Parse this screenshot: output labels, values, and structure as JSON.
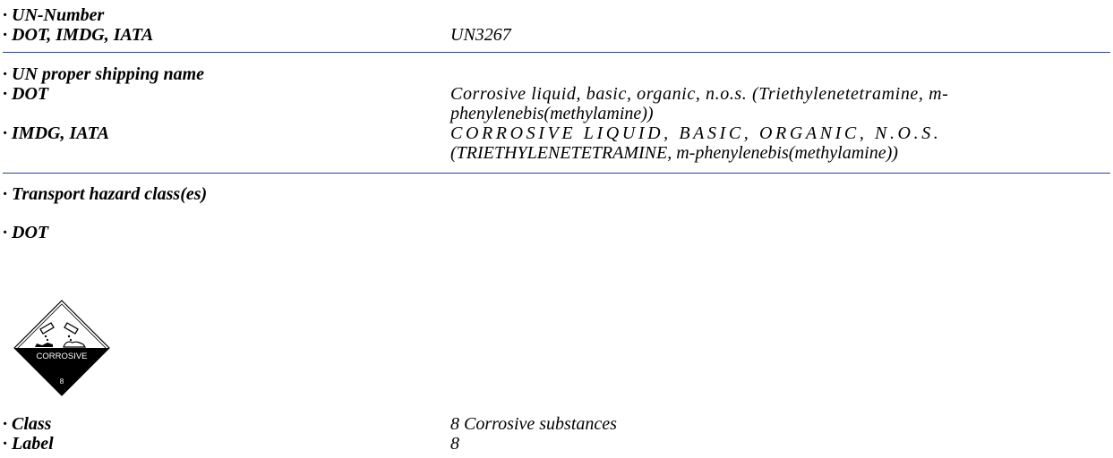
{
  "un_number": {
    "heading": "· UN-Number",
    "modes_label": "· DOT, IMDG, IATA",
    "value": "UN3267"
  },
  "shipping_name": {
    "heading": "· UN proper shipping name",
    "dot_label": "· DOT",
    "dot_value_line1": "Corrosive liquid, basic, organic, n.o.s. (Triethylenetetramine, m-",
    "dot_value_line2": "phenylenebis(methylamine))",
    "imdg_iata_label": "· IMDG, IATA",
    "imdg_iata_value_line1": "CORROSIVE LIQUID, BASIC, ORGANIC, N.O.S.",
    "imdg_iata_value_line2": "(TRIETHYLENETETRAMINE, m-phenylenebis(methylamine))"
  },
  "hazard_class": {
    "heading": "· Transport hazard class(es)",
    "dot_label": "· DOT",
    "placard": {
      "text": "CORROSIVE",
      "number": "8"
    },
    "class_label": "· Class",
    "class_value": "8 Corrosive substances",
    "label_label": "· Label",
    "label_value": "8"
  },
  "colors": {
    "rule": "#2e3da6",
    "text": "#000000"
  }
}
